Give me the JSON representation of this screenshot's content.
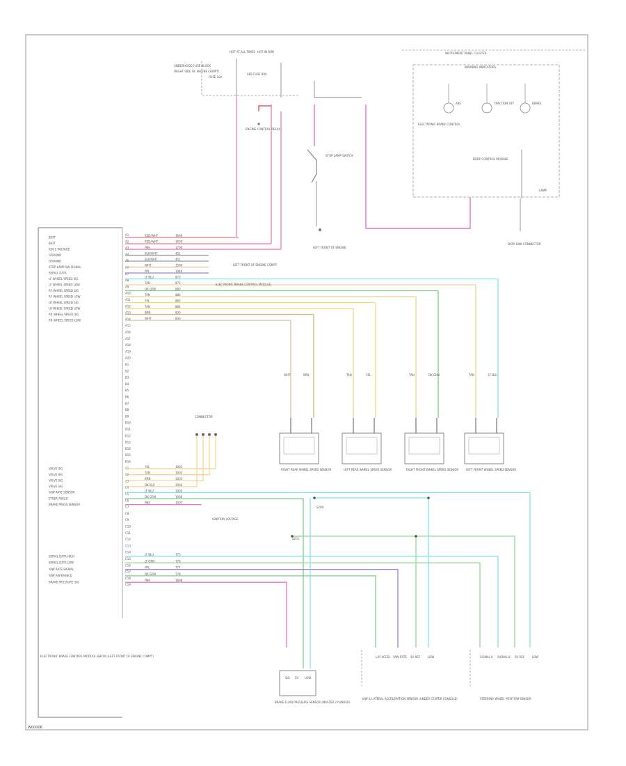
{
  "diagram": {
    "footer_code": "W00006",
    "module": {
      "name": "ELECTRONIC BRAKE CONTROL MODULE (EBCM) (LEFT FRONT OF ENGINE COMPT)"
    },
    "top_left": {
      "fuse_label": "HOT AT ALL TIMES",
      "fuse_label2": "HOT IN RUN",
      "fuse_block": "UNDERHOOD FUSE BLOCK",
      "fuse_block_note": "(RIGHT SIDE OF ENGINE COMPT)",
      "relay_label": "ENGINE CONTROL RELAY",
      "fuse_a": "ABS FUSE 60A",
      "fuse_b": "FUSE 10A"
    },
    "stop_lamp": {
      "label": "STOP LAMP SWITCH",
      "ground": "LEFT FRONT OF ENGINE"
    },
    "cluster": {
      "label": "INSTRUMENT PANEL CLUSTER",
      "inner": "WARNING INDICATORS",
      "lamps": [
        "ABS",
        "TRACTION OFF",
        "BRAKE"
      ],
      "note1": "BODY CONTROL MODULE",
      "note2": "ELECTRONIC BRAKE CONTROL",
      "conn": "LAMP",
      "connector": "DATA LINK CONNECTOR"
    },
    "left_pins": [
      {
        "label": "BATT",
        "wire": "RED/WHT",
        "gauge": "1600"
      },
      {
        "label": "BATT",
        "wire": "RED/WHT",
        "gauge": "1600"
      },
      {
        "label": "IGN 1 VOLTAGE",
        "wire": "PNK",
        "gauge": "1700"
      },
      {
        "label": "GROUND",
        "wire": "BLK/WHT",
        "gauge": "451"
      },
      {
        "label": "GROUND",
        "wire": "BLK/WHT",
        "gauge": "451"
      },
      {
        "label": "STOP LAMP SW SIGNAL",
        "wire": "WHT",
        "gauge": "1590"
      },
      {
        "label": "SERIAL DATA",
        "wire": "PPL",
        "gauge": "1049"
      },
      {
        "label": "LF WHEEL SPEED SIG",
        "wire": "LT BLU",
        "gauge": "873"
      },
      {
        "label": "LF WHEEL SPEED LOW",
        "wire": "TAN",
        "gauge": "872"
      },
      {
        "label": "RF WHEEL SPEED SIG",
        "wire": "DK GRN",
        "gauge": "883"
      },
      {
        "label": "RF WHEEL SPEED LOW",
        "wire": "TAN",
        "gauge": "882"
      },
      {
        "label": "LR WHEEL SPEED SIG",
        "wire": "YEL",
        "gauge": "885"
      },
      {
        "label": "LR WHEEL SPEED LOW",
        "wire": "TAN",
        "gauge": "884"
      },
      {
        "label": "RR WHEEL SPEED SIG",
        "wire": "BRN",
        "gauge": "830"
      },
      {
        "label": "RR WHEEL SPEED LOW",
        "wire": "WHT",
        "gauge": "833"
      }
    ],
    "left_pins2": [
      {
        "label": "VALVE SIG",
        "wire": "YEL",
        "gauge": "1001"
      },
      {
        "label": "VALVE SIG",
        "wire": "TAN",
        "gauge": "1002"
      },
      {
        "label": "VALVE SIG",
        "wire": "BRN",
        "gauge": "1003"
      },
      {
        "label": "VALVE SIG",
        "wire": "DK BLU",
        "gauge": "1004"
      },
      {
        "label": "YAW RATE SENSOR",
        "wire": "LT BLU",
        "gauge": "1005"
      },
      {
        "label": "STEER ANGLE",
        "wire": "DK GRN",
        "gauge": "1006"
      },
      {
        "label": "BRAKE PRESS SENSOR",
        "wire": "PNK",
        "gauge": "1007"
      }
    ],
    "left_pins3": [
      {
        "label": "SERIAL DATA HIGH",
        "wire": "LT BLU",
        "gauge": "775"
      },
      {
        "label": "SERIAL DATA LOW",
        "wire": "LT GRN",
        "gauge": "776"
      },
      {
        "label": "YAW RATE SIGNAL",
        "wire": "PPL",
        "gauge": "777"
      },
      {
        "label": "YAW REFERENCE",
        "wire": "DK GRN",
        "gauge": "778"
      },
      {
        "label": "BRAKE PRESSURE SIG",
        "wire": "PNK",
        "gauge": "1808"
      }
    ],
    "pin_numbers": [
      "A1",
      "A2",
      "A3",
      "A4",
      "A5",
      "A6",
      "A7",
      "A8",
      "A9",
      "A10",
      "A11",
      "A12",
      "A13",
      "A14",
      "A15",
      "A16",
      "A17",
      "A18",
      "A19",
      "A20",
      "B1",
      "B2",
      "B3",
      "B4",
      "B5",
      "B6",
      "B7",
      "B8",
      "B9",
      "B10",
      "B11",
      "B12",
      "B13",
      "B14",
      "B15",
      "B16",
      "C1",
      "C2",
      "C3",
      "C4",
      "C5",
      "C6",
      "C7",
      "C8",
      "C9",
      "C10",
      "C11",
      "C12",
      "C13",
      "C14",
      "C15",
      "C16",
      "C17",
      "C18",
      "C19"
    ],
    "notes": {
      "ground_note": "LEFT FRONT OF ENGINE COMPT",
      "ebcm_note": "ELECTRONIC BRAKE CONTROL MODULE",
      "ign_note": "IGNITION VOLTAGE",
      "vehicle_note": "SPLICE"
    },
    "sensors": [
      {
        "name": "RIGHT REAR WHEEL SPEED SENSOR",
        "wire_a": "WHT",
        "wire_b": "BRN"
      },
      {
        "name": "LEFT REAR WHEEL SPEED SENSOR",
        "wire_a": "TAN",
        "wire_b": "YEL"
      },
      {
        "name": "RIGHT FRONT WHEEL SPEED SENSOR",
        "wire_a": "TAN",
        "wire_b": "DK GRN"
      },
      {
        "name": "LEFT FRONT WHEEL SPEED SENSOR",
        "wire_a": "TAN",
        "wire_b": "LT BLU"
      }
    ],
    "bottom": {
      "brake_sensor": "BRAKE FLUID PRESSURE SENSOR (MASTER CYLINDER)",
      "yaw_sensor": "YAW & LATERAL ACCELERATION SENSOR (UNDER CENTER CONSOLE)",
      "steering_sensor": "STEERING WHEEL POSITION SENSOR",
      "yaw_pins": [
        "LAT ACCEL",
        "YAW RATE",
        "5V REF",
        "LOW"
      ],
      "steer_pins": [
        "SIGNAL A",
        "SIGNAL B",
        "5V REF",
        "LOW"
      ],
      "brake_pins": [
        "SIG",
        "5V",
        "LOW"
      ]
    },
    "connector_small": "CONNECTOR",
    "splice_label": "S200",
    "splice_label2": "S201"
  }
}
